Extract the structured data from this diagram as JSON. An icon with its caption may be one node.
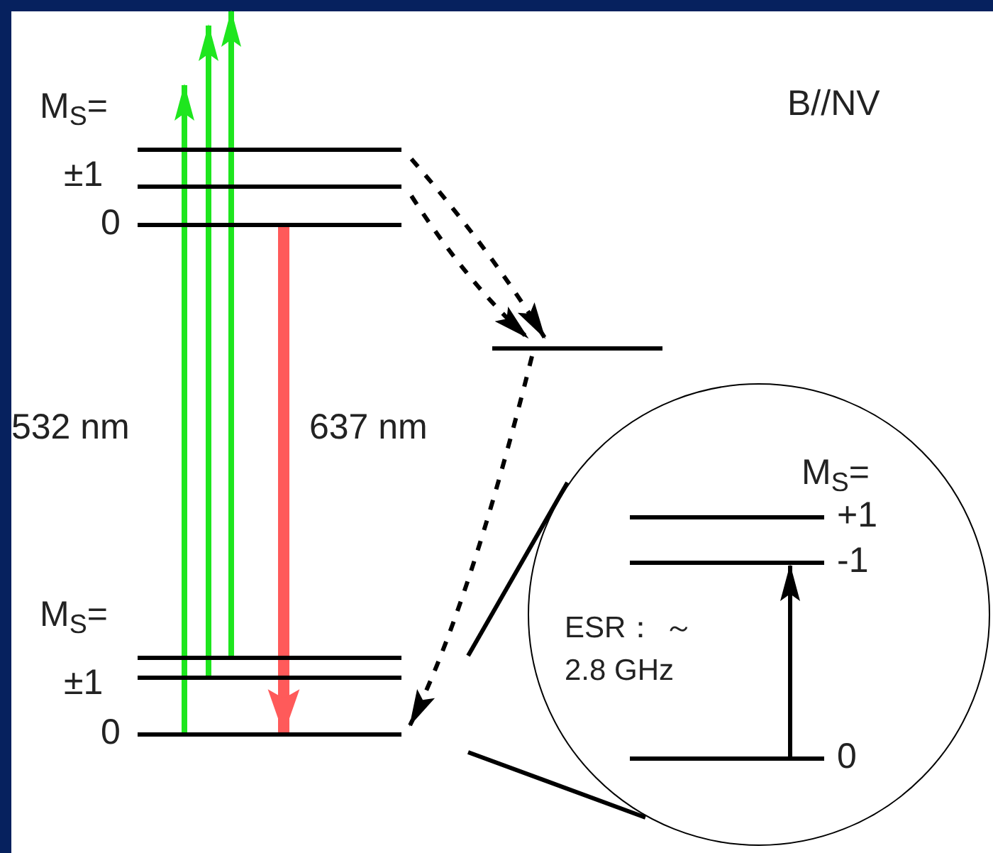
{
  "diagram": {
    "nodes": [
      {
        "text": [],
        "shape": "bar",
        "beside": [
          "±1"
        ]
      },
      {
        "text": [],
        "shape": "bar"
      },
      {
        "text": [],
        "shape": "bar",
        "beside": [
          "0"
        ]
      },
      {
        "text": [],
        "shape": "bar"
      },
      {
        "text": [],
        "shape": "bar",
        "beside": [
          "±1"
        ]
      },
      {
        "text": [],
        "shape": "bar"
      },
      {
        "text": [],
        "shape": "bar",
        "beside": [
          "0"
        ]
      },
      {
        "text": [],
        "shape": "circle"
      },
      {
        "text": [],
        "shape": "bar",
        "in": 7,
        "beside": [
          "+1"
        ]
      },
      {
        "text": [],
        "shape": "bar",
        "in": 7,
        "beside": [
          "-1"
        ]
      },
      {
        "text": [],
        "shape": "bar",
        "in": 7,
        "beside": [
          "0"
        ]
      }
    ],
    "edges": [
      {
        "from": 6,
        "to": null,
        "arrow": "to",
        "color": "#1ee61e"
      },
      {
        "from": 5,
        "to": null,
        "arrow": "to",
        "color": "#1ee61e"
      },
      {
        "from": 4,
        "to": null,
        "arrow": "to",
        "color": "#1ee61e"
      },
      {
        "from": 2,
        "to": 6,
        "arrow": "to",
        "style": "thick",
        "color": "#ff5a5a"
      },
      {
        "from": 0,
        "to": 3,
        "arrow": "to",
        "style": "dashed"
      },
      {
        "from": 1,
        "to": 3,
        "arrow": "to",
        "style": "dashed"
      },
      {
        "from": 3,
        "to": 6,
        "arrow": "to",
        "style": "dashed"
      },
      {
        "from": 10,
        "to": 9,
        "arrow": "to",
        "label": "ESR： ～2.8 GHz"
      }
    ],
    "labels": [
      "M$_{S}$=",
      "B//NV",
      "532 nm",
      "637 nm",
      "M$_{S}$=",
      "M$_{S}$="
    ]
  }
}
